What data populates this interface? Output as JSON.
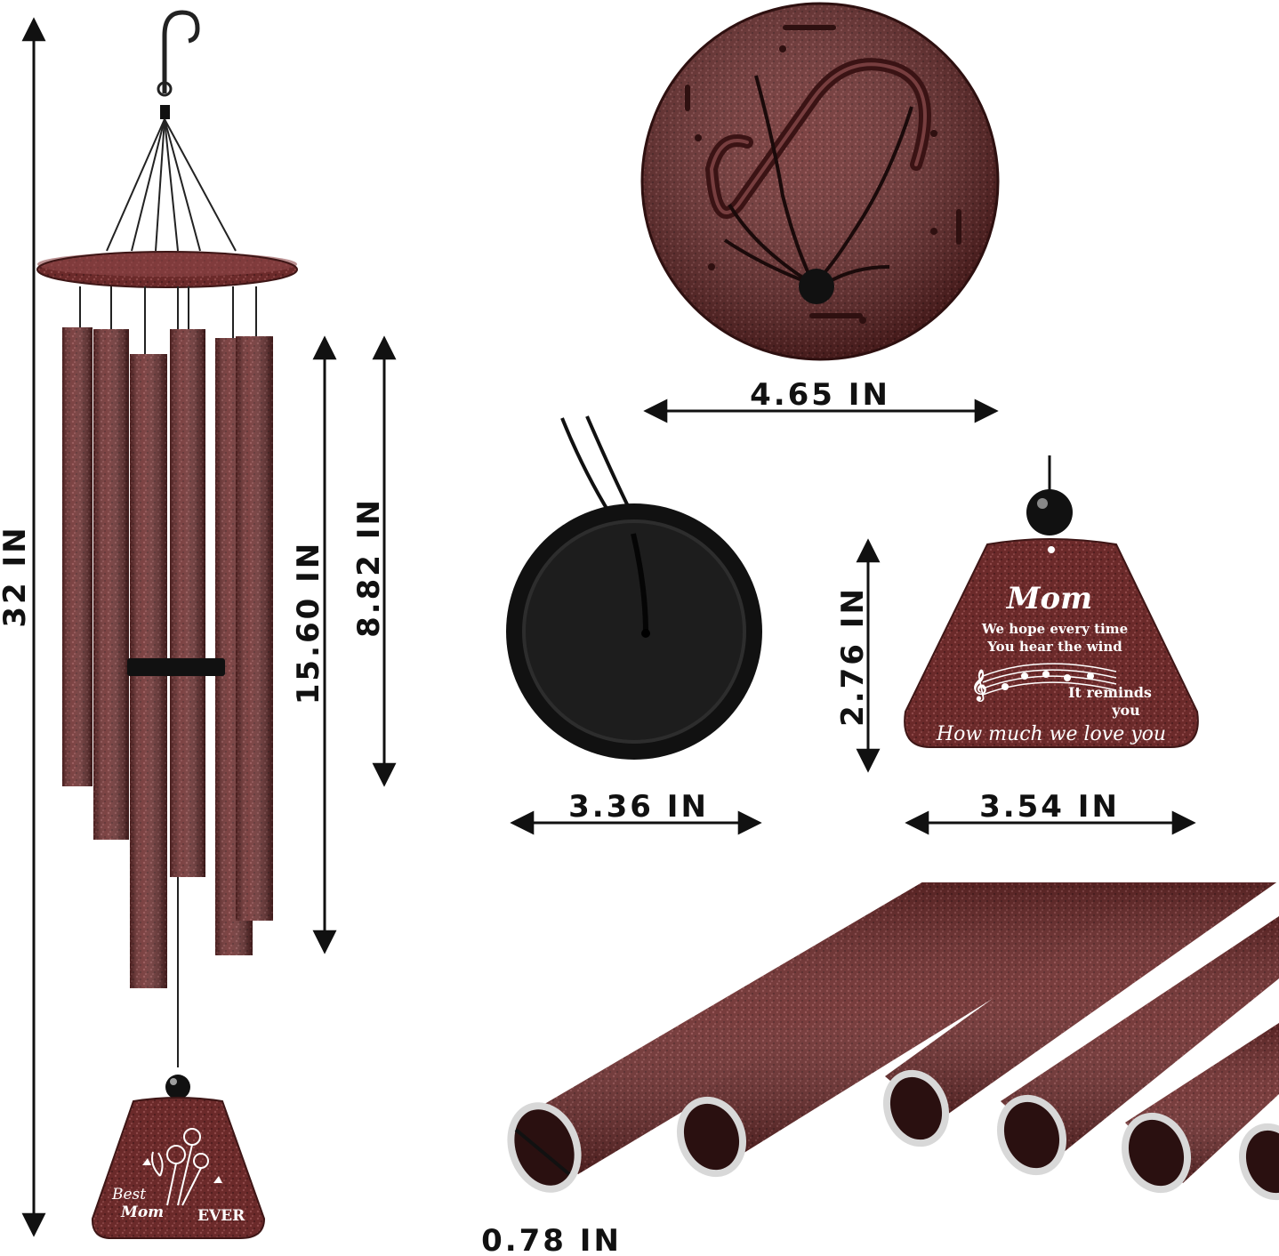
{
  "colors": {
    "copper": "#6b2a2a",
    "copper_dark": "#3e1616",
    "copper_light": "#9a5152",
    "black": "#111111",
    "silver": "#d8d8d8"
  },
  "dimensions": {
    "total_height": "32 IN",
    "longest_tube": "15.60 IN",
    "shortest_tube": "8.82 IN",
    "top_plate": "4.65 IN",
    "striker": "3.36 IN",
    "sail_height": "2.76 IN",
    "sail_width": "3.54 IN",
    "tube_diameter": "0.78 IN"
  },
  "sail_large": {
    "title": "Mom",
    "line1": "We hope every time",
    "line2": "You hear the wind",
    "line3": "It reminds",
    "line4": "you",
    "line5": "How much we love you"
  },
  "sail_small": {
    "best": "Best",
    "mom": "Mom",
    "ever": "EVER"
  }
}
